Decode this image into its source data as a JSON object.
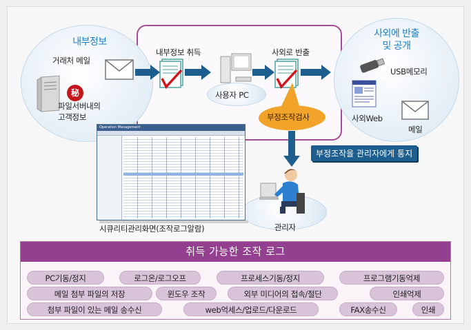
{
  "colors": {
    "accent_blue": "#1e7fc8",
    "arrow_navy": "#1e5e8e",
    "purple": "#944090",
    "pill": "#d8c3d8",
    "speech_orange": "#f2a32a"
  },
  "diagram": {
    "internal_title": "내부정보",
    "client_mail": "거래처 메일",
    "file_server_line1": "파일서버내의",
    "file_server_line2": "고객정보",
    "secret_mark": "秘",
    "acquire_label": "내부정보 취득",
    "user_pc": "사용자 PC",
    "external_label": "사외로 반출",
    "external_title_line1": "사외에 반출",
    "external_title_line2": "및 공개",
    "usb_memory": "USB메모리",
    "external_web": "사외Web",
    "mail": "메일",
    "fraud_check": "부정조작검사",
    "notify_admin": "부정조작을 관리자에게 통지",
    "admin": "관리자",
    "security_screen_caption": "시큐리티관리화면(조작로그알람)",
    "window_title": "Operation Management"
  },
  "log_panel": {
    "title": "취득 가능한 조작 로그",
    "rows": [
      [
        "PC기동/정지",
        "로그온/로그오프",
        "프로세스기동/정지",
        "프로그램기동억제"
      ],
      [
        "메일 첨부 파일의 저장",
        "윈도우 조작",
        "외부 미디어의 접속/절단",
        "인쇄억제"
      ],
      [
        "첨부 파일이 있는 메일 송수신",
        "web억세스/업로드/다운로드",
        "FAX송수신",
        "인쇄"
      ]
    ]
  }
}
